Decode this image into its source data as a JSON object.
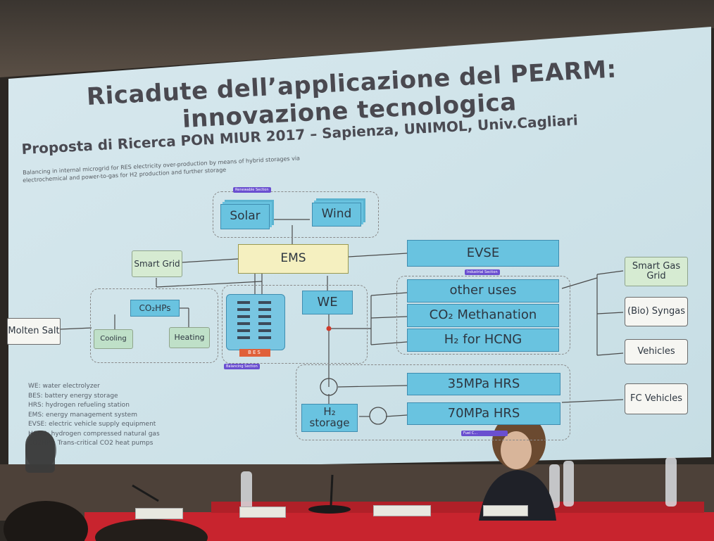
{
  "slide": {
    "title_line1": "Ricadute dell’applicazione del PEARM:",
    "title_line2": "innovazione tecnologica",
    "subtitle": "Proposta di Ricerca PON MIUR 2017 – Sapienza, UNIMOL, Univ.Cagliari",
    "description_line1": "Balancing in internal microgrid for RES electricity over-production by means of hybrid storages via",
    "description_line2": "electrochemical and power-to-gas for H2 production and further storage"
  },
  "diagram": {
    "sections": {
      "renewable": "Renewable Section",
      "industrial": "Industrial Section",
      "balancing": "Balancing Section",
      "fuel": "Fuel C..."
    },
    "boxes": {
      "solar": "Solar",
      "wind": "Wind",
      "ems": "EMS",
      "evse": "EVSE",
      "smart_grid": "Smart Grid",
      "co2hps": "CO₂HPs",
      "cooling": "Cooling",
      "heating": "Heating",
      "molten_salt": "Molten Salt",
      "bes": "BES",
      "we": "WE",
      "other_uses": "other uses",
      "co2_methanation": "CO₂ Methanation",
      "h2_hcng": "H₂ for HCNG",
      "smart_gas_grid": "Smart Gas Grid",
      "bio_syngas": "(Bio) Syngas",
      "vehicles": "Vehicles",
      "hrs35": "35MPa HRS",
      "hrs70": "70MPa HRS",
      "h2_storage": "H₂ storage",
      "fc_vehicles": "FC Vehicles"
    }
  },
  "legend": [
    "WE: water electrolyzer",
    "BES: battery energy storage",
    "HRS: hydrogen refueling station",
    "EMS: energy management system",
    "EVSE: electric vehicle supply equipment",
    "HCNG: hydrogen compressed natural gas",
    "CO2HPs: Trans-critical CO2 heat pumps"
  ],
  "colors": {
    "screen": "#cfe4ea",
    "blue_box": "#69c3e0",
    "green_box": "#d6ebd2",
    "section_label": "#6a4fd0",
    "table_cloth": "#c8242e"
  }
}
